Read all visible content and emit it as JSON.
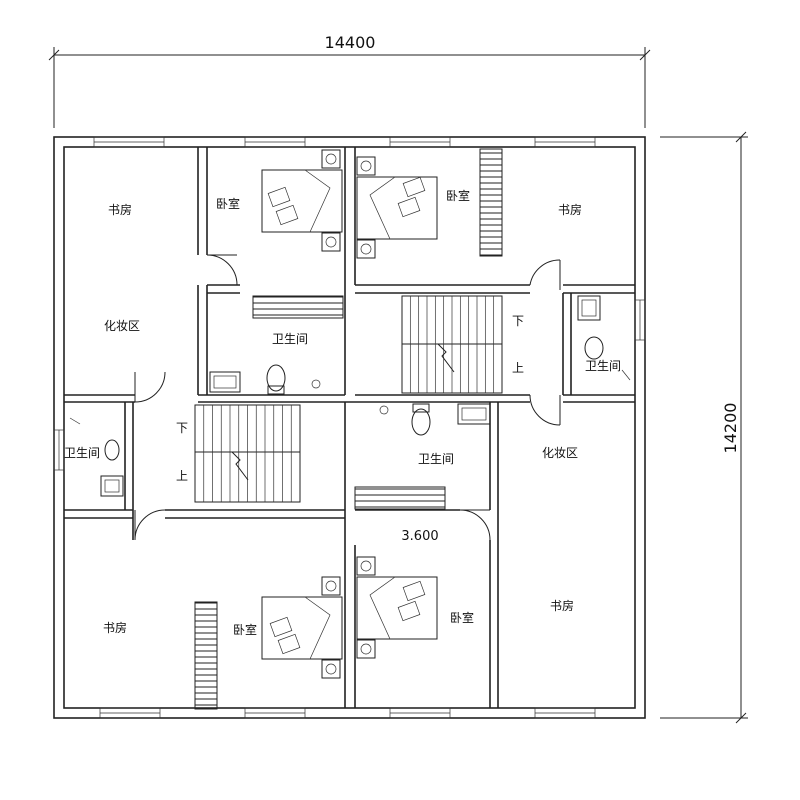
{
  "dimensions": {
    "width": "14400",
    "height": "14200"
  },
  "elevation": "3.600",
  "rooms": {
    "study": "书房",
    "bedroom": "卧室",
    "bathroom": "卫生间",
    "vanity": "化妆区"
  },
  "stairs": {
    "down": "下",
    "up": "上"
  }
}
